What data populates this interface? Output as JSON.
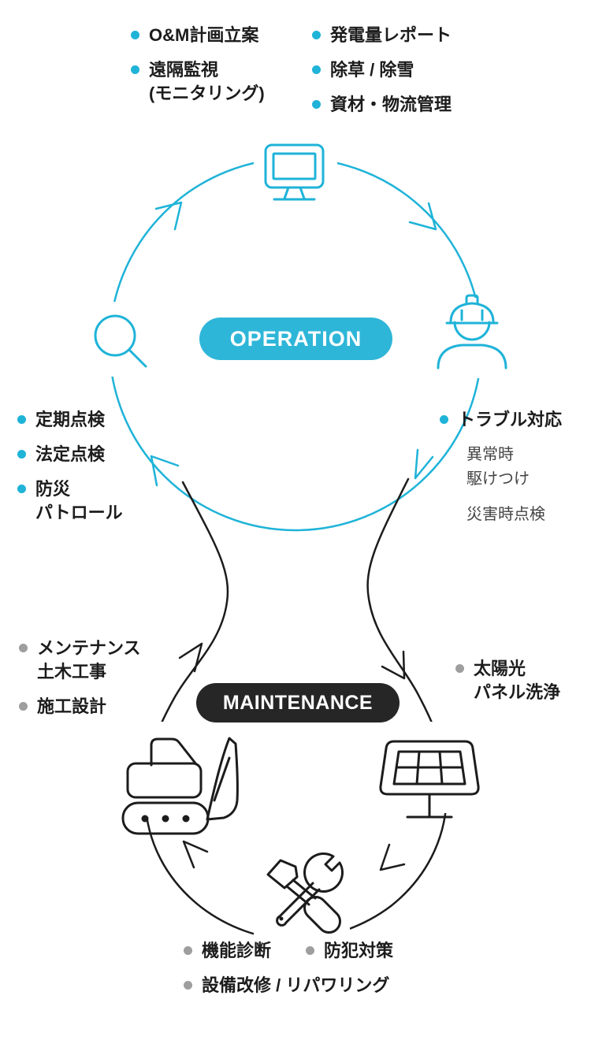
{
  "colors": {
    "cyan": "#1FB3D8",
    "cyan_pill": "#2EB6D8",
    "ink": "#1C1C1C",
    "pill_dark": "#262626",
    "gray_bullet": "#9E9E9E",
    "sub_text": "#454545",
    "white": "#FFFFFF"
  },
  "operation": {
    "pill_label": "OPERATION",
    "planning_list": [
      {
        "lines": [
          "O&M計画立案"
        ]
      },
      {
        "lines": [
          "遠隔監視",
          "(モニタリング)"
        ]
      }
    ],
    "report_list": [
      {
        "lines": [
          "発電量レポート"
        ]
      },
      {
        "lines": [
          "除草 / 除雪"
        ]
      },
      {
        "lines": [
          "資材・物流管理"
        ]
      }
    ],
    "inspection_list": [
      {
        "lines": [
          "定期点検"
        ]
      },
      {
        "lines": [
          "法定点検"
        ]
      },
      {
        "lines": [
          "防災",
          "パトロール"
        ]
      }
    ],
    "trouble": {
      "title": "トラブル対応",
      "subs": [
        {
          "lines": [
            "異常時",
            "駆けつけ"
          ]
        },
        {
          "lines": [
            "災害時点検"
          ]
        }
      ]
    }
  },
  "maintenance": {
    "pill_label": "MAINTENANCE",
    "left_list": [
      {
        "lines": [
          "メンテナンス",
          "土木工事"
        ]
      },
      {
        "lines": [
          "施工設計"
        ]
      }
    ],
    "right_list": [
      {
        "lines": [
          "太陽光",
          "パネル洗浄"
        ]
      }
    ],
    "bottom_row": [
      {
        "lines": [
          "機能診断"
        ]
      },
      {
        "lines": [
          "防犯対策"
        ]
      }
    ],
    "bottom_row2": [
      {
        "lines": [
          "設備改修 / リパワリング"
        ]
      }
    ]
  },
  "icons": {
    "monitor": "monitor-icon",
    "magnifier": "magnifier-icon",
    "worker": "worker-helmet-icon",
    "excavator": "excavator-icon",
    "solar_panel": "solar-panel-icon",
    "tools": "wrench-screwdriver-icon"
  }
}
